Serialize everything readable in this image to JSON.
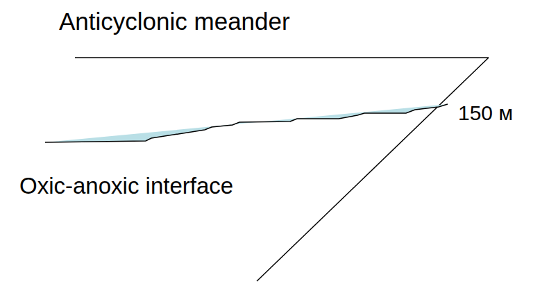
{
  "diagram": {
    "title": "Anticyclonic meander",
    "labels": [
      "150 м",
      "Oxic-anoxic interface"
    ]
  }
}
